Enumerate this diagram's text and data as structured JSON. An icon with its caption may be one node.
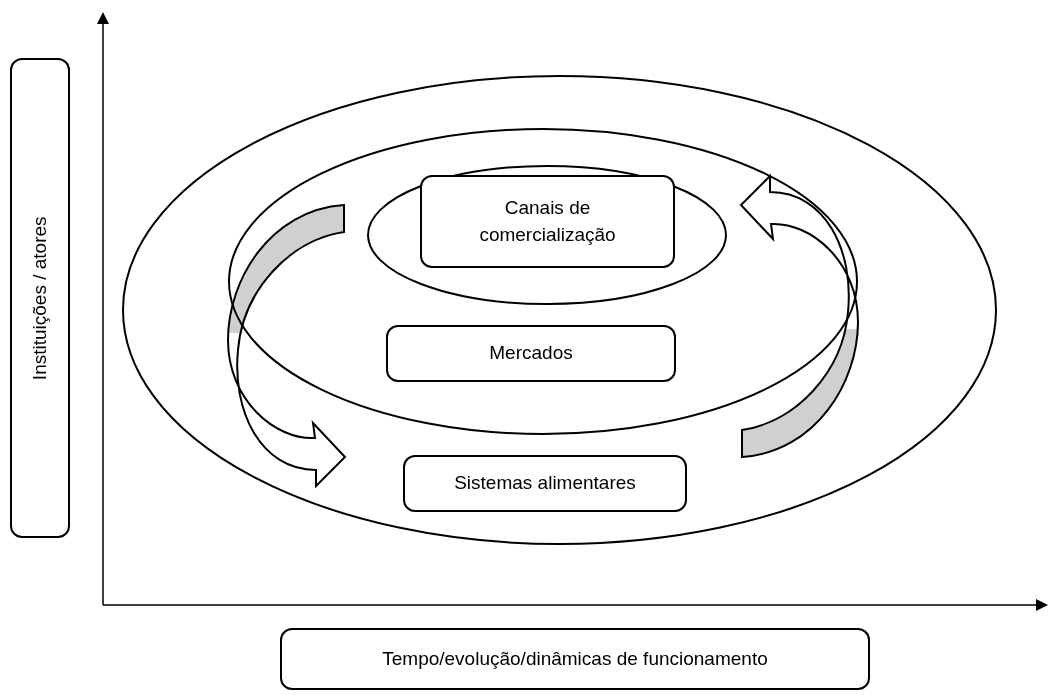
{
  "diagram": {
    "nodes": [
      {
        "text": [
          "Instituições / atores"
        ]
      },
      {
        "text": [],
        "shape": "ellipse"
      },
      {
        "text": [],
        "shape": "ellipse",
        "in": 1
      },
      {
        "text": [],
        "shape": "ellipse",
        "in": 2
      },
      {
        "text": [
          "Canais de comercialização"
        ],
        "in": 3
      },
      {
        "text": [
          "Mercados"
        ],
        "in": 2
      },
      {
        "text": [
          "Sistemas alimentares"
        ],
        "in": 1
      },
      {
        "text": [
          "Tempo/evolução/dinâmicas de funcionamento"
        ]
      }
    ],
    "edges": []
  }
}
